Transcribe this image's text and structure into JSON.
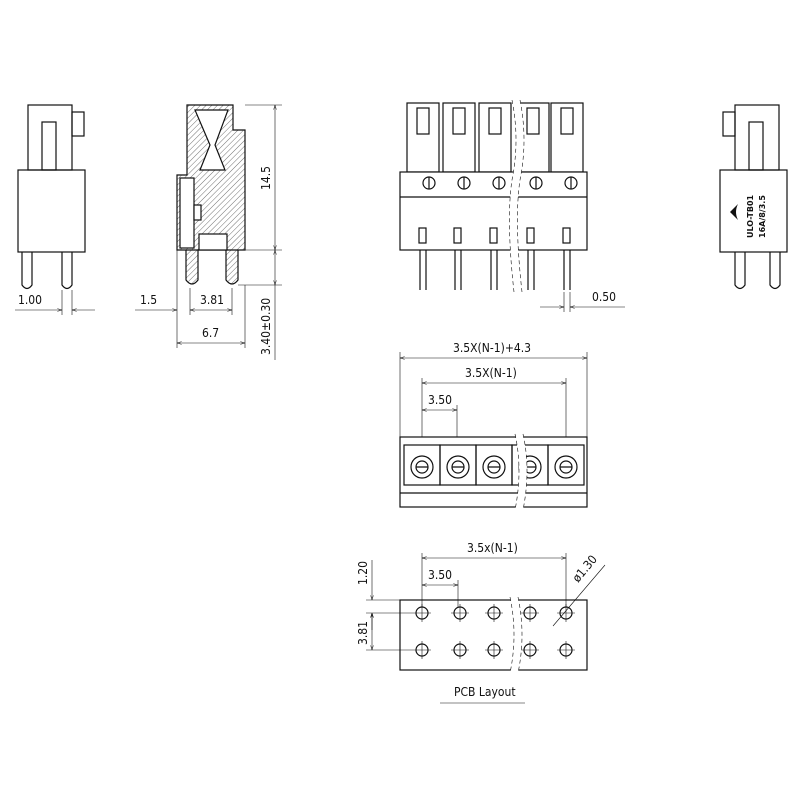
{
  "side_view": {
    "dim_pin": "1.00"
  },
  "section_view": {
    "dim_height": "14.5",
    "dim_pin_length": "3.40±0.30",
    "dim_offset": "1.5",
    "dim_pitch": "3.81",
    "dim_width": "6.7"
  },
  "front_view": {
    "dim_pin_width": "0.50"
  },
  "right_view": {
    "label_line1": "ULO-TB01",
    "label_line2": "16A/8/3.5"
  },
  "top_view": {
    "dim_total": "3.5X(N-1)+4.3",
    "dim_span": "3.5X(N-1)",
    "dim_pitch": "3.50"
  },
  "pcb_layout": {
    "title": "PCB Layout",
    "dim_span": "3.5x(N-1)",
    "dim_pitch": "3.50",
    "dim_hole": "ø1.30",
    "dim_edge": "1.20",
    "dim_row": "3.81"
  }
}
